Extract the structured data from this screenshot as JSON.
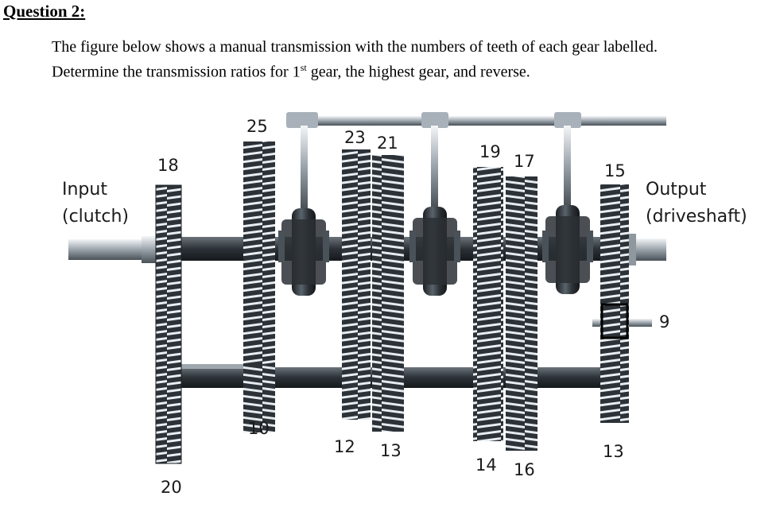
{
  "question": {
    "title": "Question 2:",
    "line1": "The figure below shows a manual transmission with the numbers of teeth of each gear labelled.",
    "line2_pre": "Determine the transmission ratios for 1",
    "line2_sup": "st",
    "line2_post": " gear, the highest gear, and reverse."
  },
  "labels": {
    "input": "Input",
    "input_sub": "(clutch)",
    "output": "Output",
    "output_sub": "(driveshaft)"
  },
  "teeth": {
    "input_top": "18",
    "input_counter": "20",
    "g1_main": "25",
    "g1_counter": "10",
    "g2_main": "23",
    "g2_counter": "12",
    "g3_main": "21",
    "g3_counter": "13",
    "g4_main": "19",
    "g4_counter": "14",
    "g5_main": "17",
    "g5_counter": "16",
    "rev_main": "15",
    "rev_counter": "13",
    "idler": "9"
  },
  "colors": {
    "shaft": "#c4ccd4",
    "gear_dark": "#2f353b",
    "gear_light": "#e8edf1",
    "hub": "#1f2429"
  }
}
